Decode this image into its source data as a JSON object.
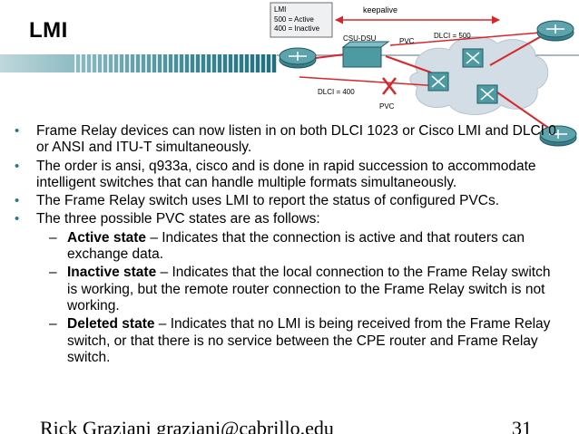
{
  "title": "LMI",
  "diagram": {
    "legend_title": "LMI",
    "legend_line1": "500 = Active",
    "legend_line2": "400 = Inactive",
    "keepalive": "keepalive",
    "csu_dsu": "CSU-DSU",
    "pvc_top": "PVC",
    "dlci_500": "DLCI = 500",
    "dlci_400": "DLCI = 400",
    "pvc_bottom": "PVC",
    "colors": {
      "red": "#d9262b",
      "router": "#3f8c95",
      "cloud": "#d3dde5"
    }
  },
  "bullets": [
    {
      "text": "Frame Relay devices can now listen in on both DLCI 1023 or Cisco LMI and DLCI 0 or ANSI and ITU-T simultaneously."
    },
    {
      "text": "The order is ansi, q933a, cisco and is done in rapid succession to accommodate intelligent switches that can handle multiple formats simultaneously."
    },
    {
      "text": "The Frame Relay switch uses LMI to report the status of configured PVCs."
    },
    {
      "text": "The three possible PVC states are as follows:"
    }
  ],
  "subitems": [
    {
      "term": "Active state",
      "desc": " – Indicates that the connection is active and that routers can exchange data."
    },
    {
      "term": "Inactive state",
      "desc": " – Indicates that the local connection to the Frame Relay switch is working, but the remote router connection to the Frame Relay switch is not working."
    },
    {
      "term": "Deleted state",
      "desc": " – Indicates that no LMI is being received from the Frame Relay switch, or that there is no service between the CPE router and Frame Relay switch."
    }
  ],
  "footer": {
    "author": "Rick Graziani  graziani@cabrillo.edu",
    "page": "31"
  }
}
